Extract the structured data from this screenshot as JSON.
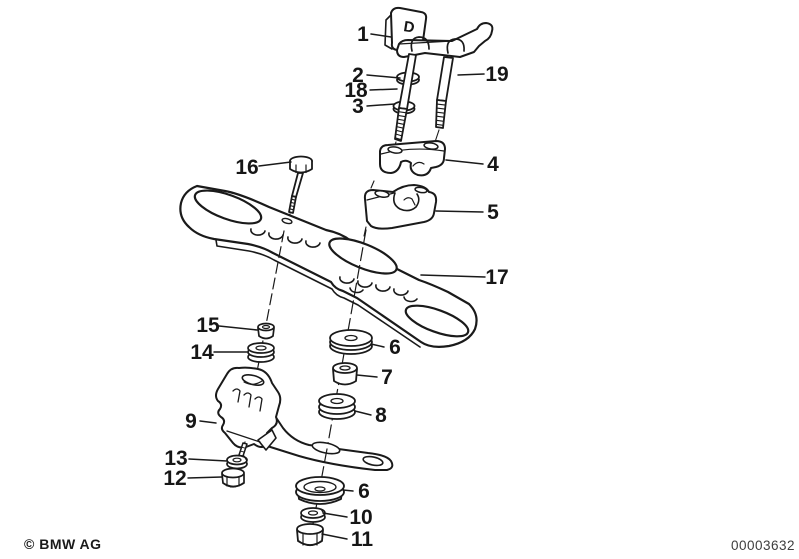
{
  "meta": {
    "copyright": "© BMW AG",
    "diagram_number": "00003632"
  },
  "colors": {
    "line": "#1a1a1a",
    "background": "#ffffff"
  },
  "part_markings": {
    "d_stamp": "D"
  },
  "callouts": [
    {
      "label": "1"
    },
    {
      "label": "2"
    },
    {
      "label": "18"
    },
    {
      "label": "3"
    },
    {
      "label": "19"
    },
    {
      "label": "16"
    },
    {
      "label": "4"
    },
    {
      "label": "5"
    },
    {
      "label": "17"
    },
    {
      "label": "15"
    },
    {
      "label": "14"
    },
    {
      "label": "6"
    },
    {
      "label": "7"
    },
    {
      "label": "8"
    },
    {
      "label": "9"
    },
    {
      "label": "13"
    },
    {
      "label": "12"
    },
    {
      "label": "6"
    },
    {
      "label": "10"
    },
    {
      "label": "11"
    }
  ]
}
